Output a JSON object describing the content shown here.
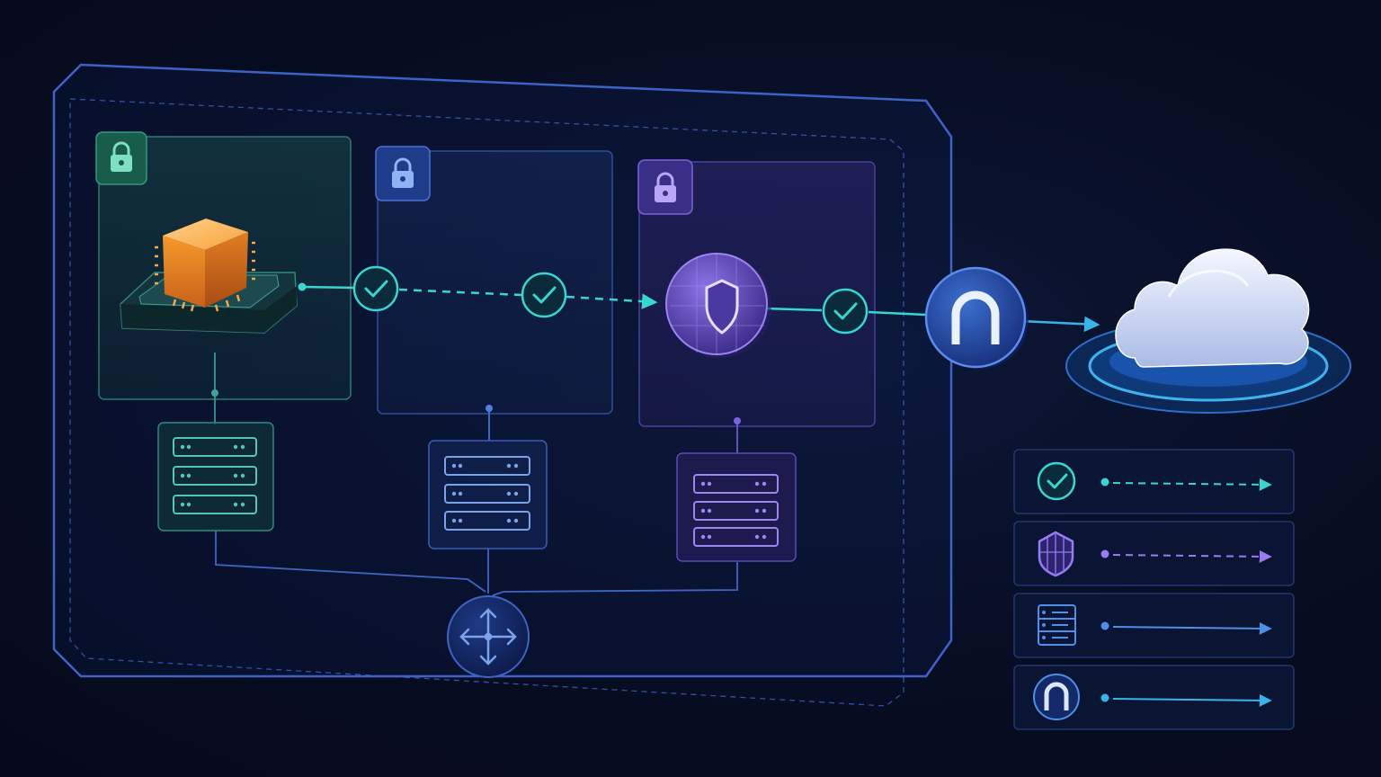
{
  "diagram": {
    "colors": {
      "background": "#060c20",
      "frame": "#3d63c8",
      "teal": "#37d6d0",
      "blue": "#4f8fe8",
      "purple": "#8c6cf0",
      "orange": "#f59a2c",
      "cloud": "#dfe8fb"
    },
    "zones": [
      {
        "name": "secure-zone-teal",
        "icon": "lock-icon",
        "color": "#3ab89a"
      },
      {
        "name": "secure-zone-blue",
        "icon": "lock-icon",
        "color": "#4f7fe0"
      },
      {
        "name": "secure-zone-purple",
        "icon": "lock-icon",
        "color": "#8c6cf0"
      }
    ],
    "nodes": [
      "chip-node",
      "shield-node",
      "gateway-node",
      "cloud-node",
      "router-node"
    ],
    "servers": [
      {
        "name": "server-stack-teal",
        "icon": "server-icon"
      },
      {
        "name": "server-stack-blue",
        "icon": "server-icon"
      },
      {
        "name": "server-stack-purple",
        "icon": "server-icon"
      }
    ],
    "checkpoints": [
      "check-icon",
      "check-icon",
      "check-icon"
    ],
    "legend": [
      {
        "icon": "check-icon",
        "line": "dashed",
        "color": "#37d6d0"
      },
      {
        "icon": "shield-icon",
        "line": "dashed",
        "color": "#9a7cf2"
      },
      {
        "icon": "server-icon",
        "line": "solid",
        "color": "#4f8fe8"
      },
      {
        "icon": "gateway-icon",
        "line": "solid",
        "color": "#37b4e8"
      }
    ]
  }
}
